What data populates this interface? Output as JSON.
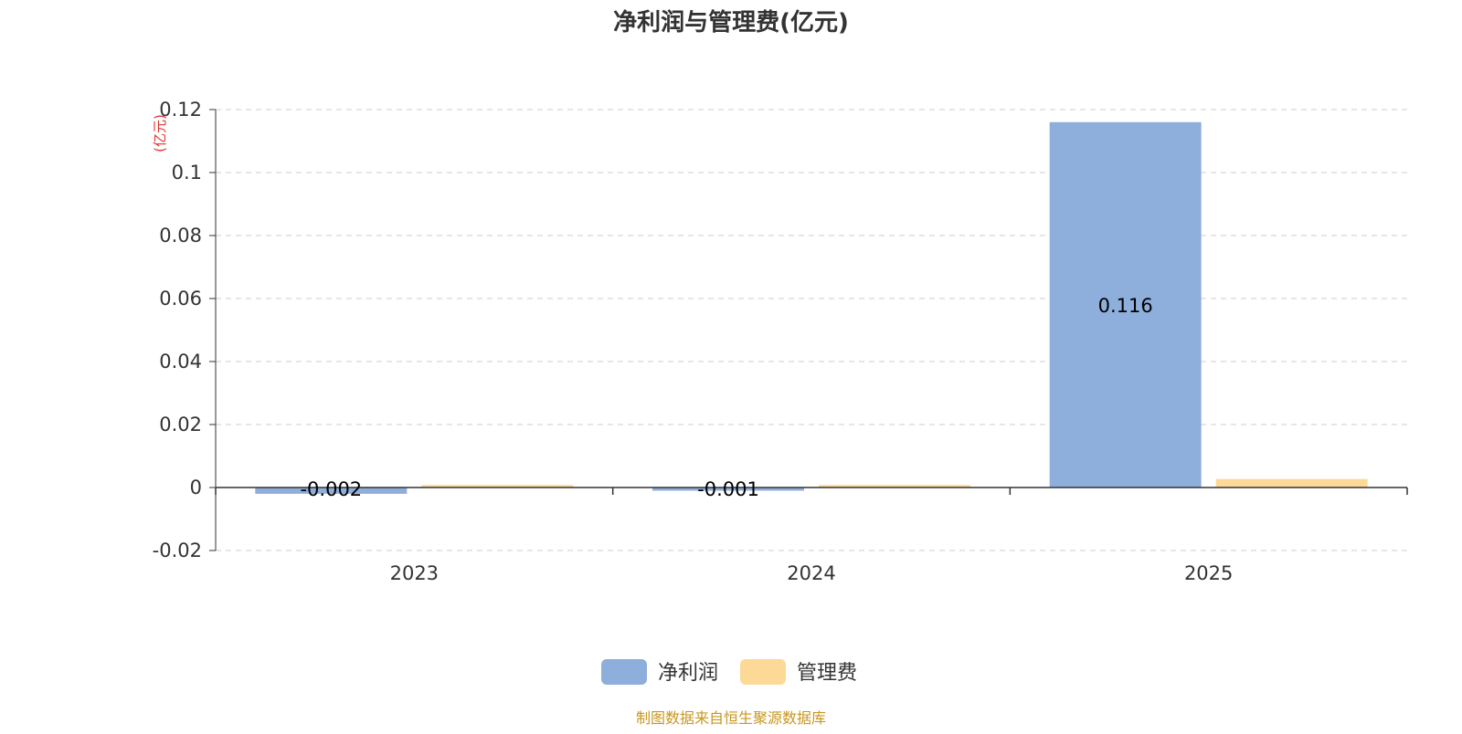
{
  "chart_data": {
    "type": "bar",
    "title": "净利润与管理费(亿元)",
    "ylabel": "(亿元)",
    "categories": [
      "2023",
      "2024",
      "2025"
    ],
    "series": [
      {
        "name": "净利润",
        "values": [
          -0.002,
          -0.001,
          0.116
        ],
        "labels": [
          "-0.002",
          "-0.001",
          "0.116"
        ],
        "color": "#8eaedb"
      },
      {
        "name": "管理费",
        "values": [
          0.0008,
          0.0008,
          0.0027
        ],
        "color": "#fdd998"
      }
    ],
    "yticks": [
      "0.12",
      "0.1",
      "0.08",
      "0.06",
      "0.04",
      "0.02",
      "0",
      "-0.02"
    ],
    "ylim": [
      -0.02,
      0.12
    ],
    "grid": true,
    "legend_position": "bottom-center",
    "source_note": "制图数据来自恒生聚源数据库"
  },
  "colors": {
    "axis": "#333333",
    "grid": "#cccccc",
    "unit": "#e03030",
    "source": "#c8961e",
    "title": "#333333"
  }
}
